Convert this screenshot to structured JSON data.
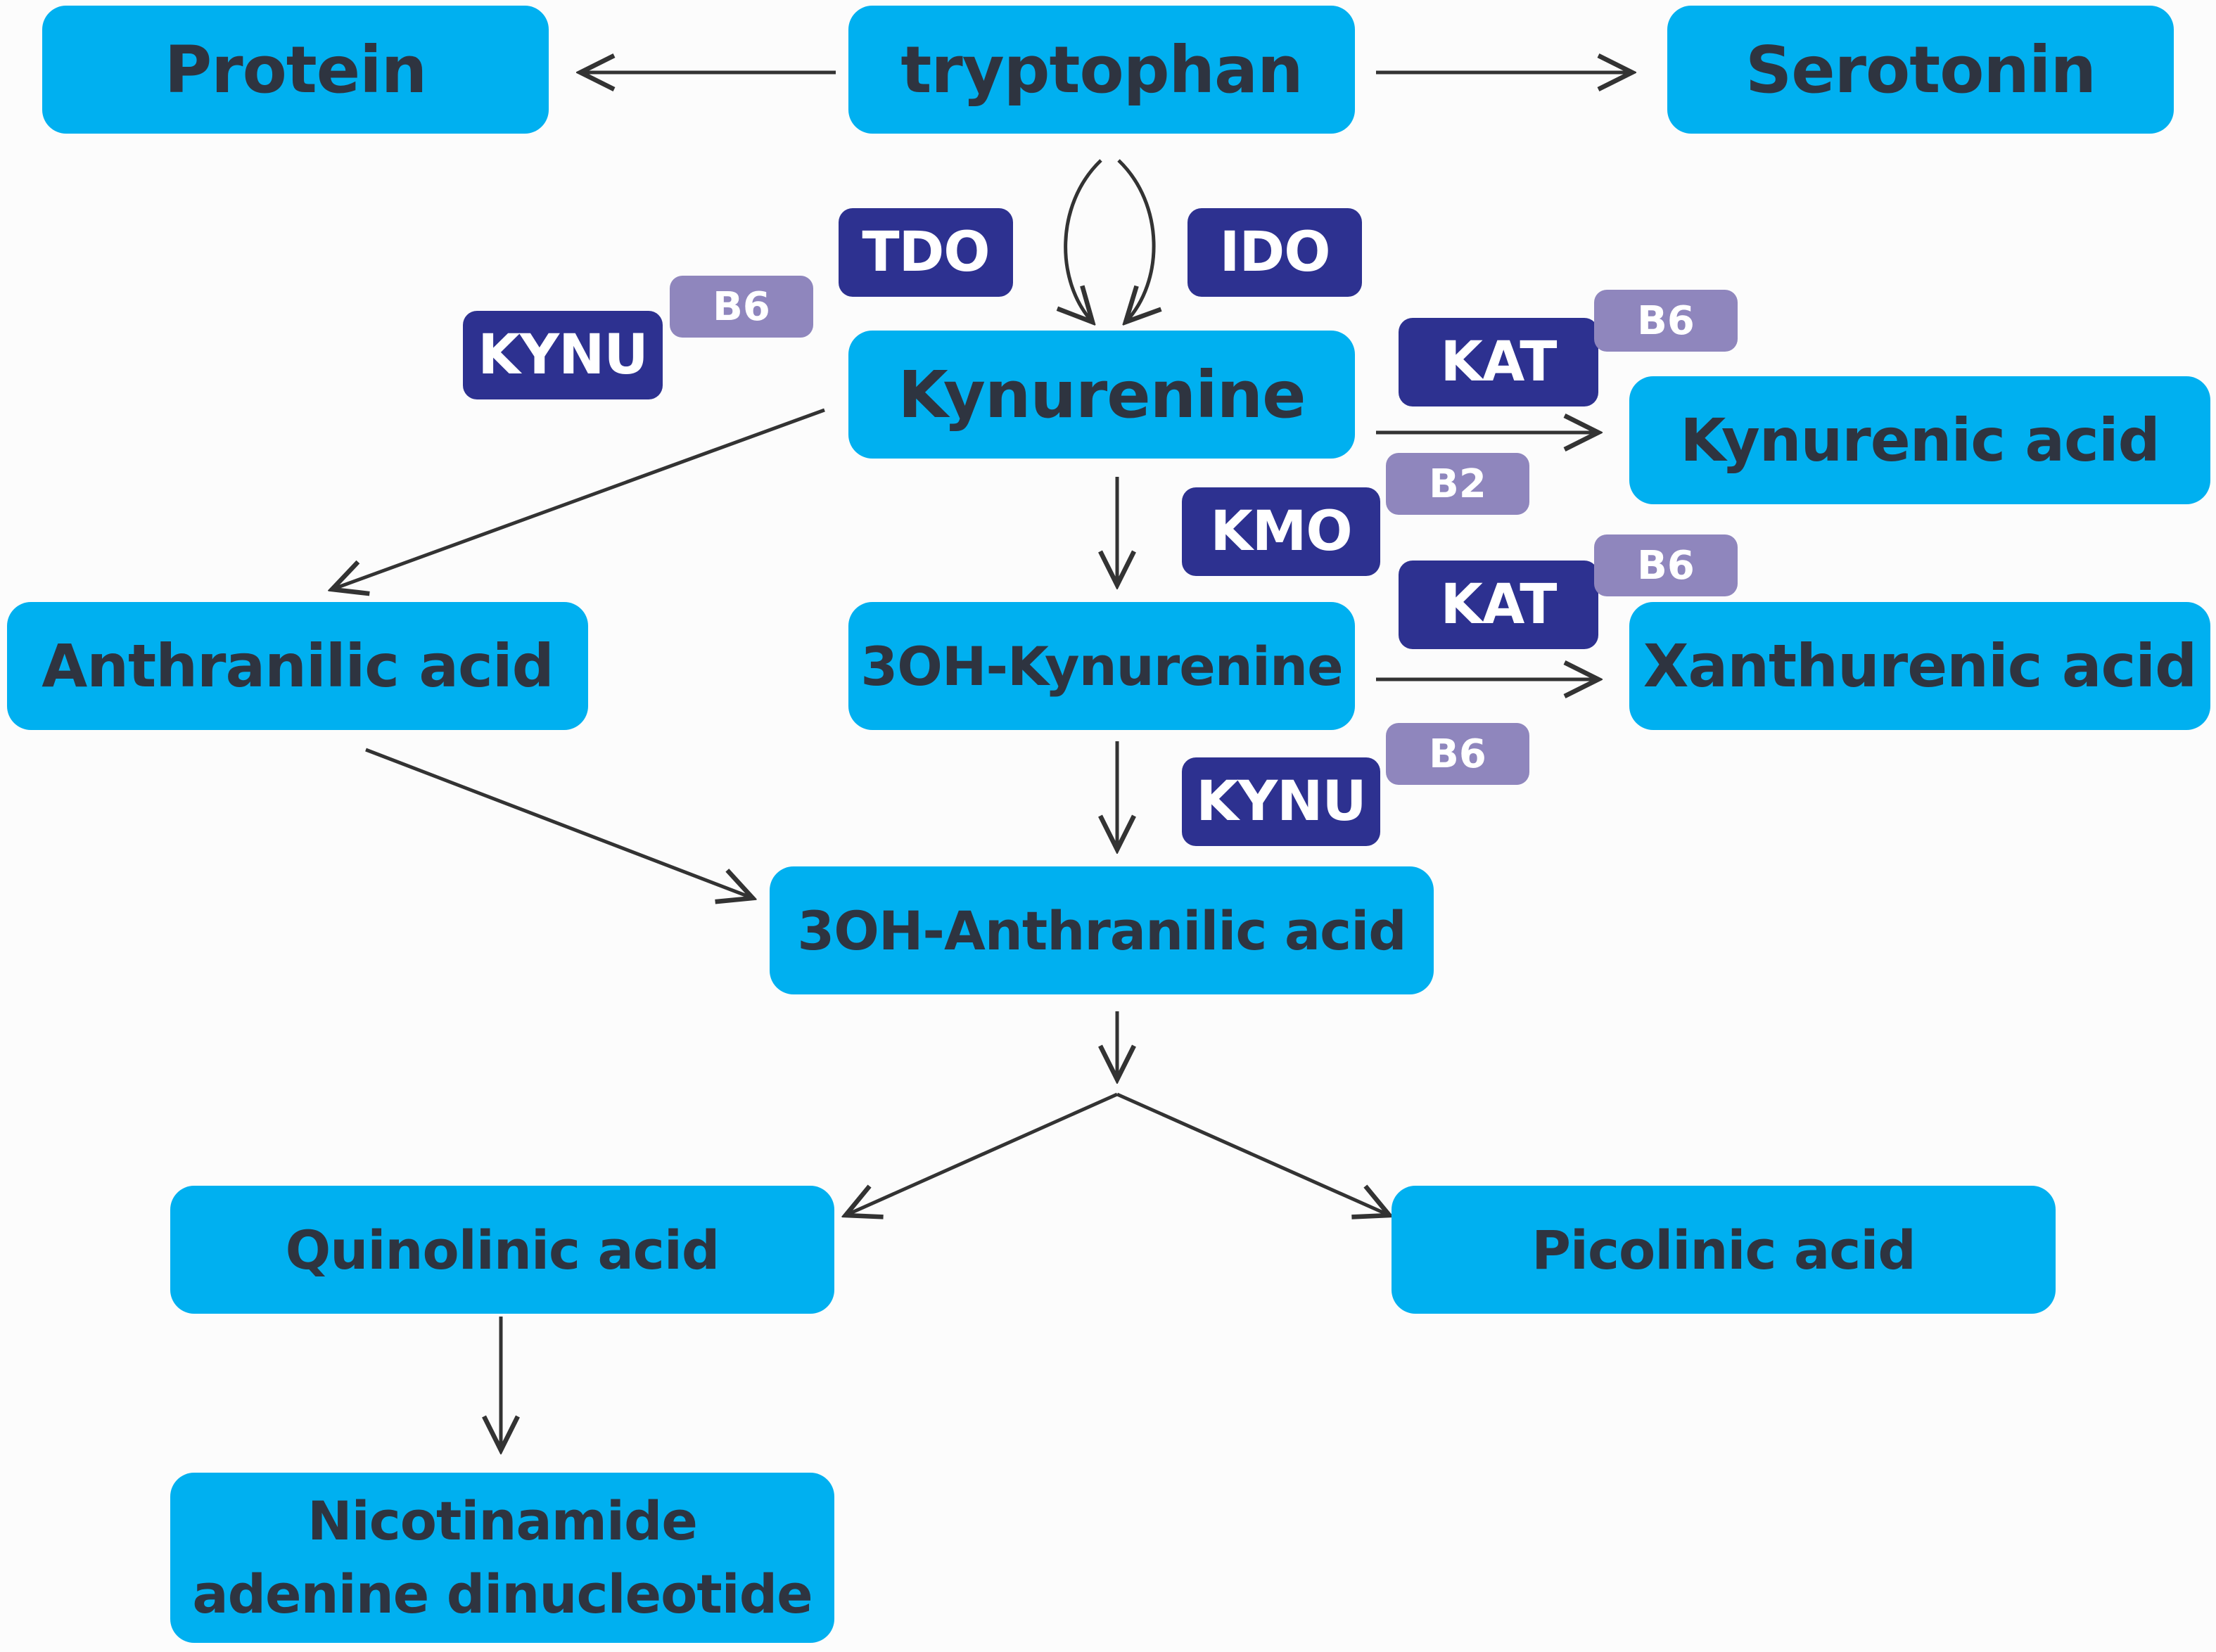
{
  "nodes": {
    "protein": "Protein",
    "tryptophan": "tryptophan",
    "serotonin": "Serotonin",
    "kynurenine": "Kynurenine",
    "kynurenic_acid": "Kynurenic acid",
    "anthranilic_acid": "Anthranilic acid",
    "oh_kynurenine": "3OH-Kynurenine",
    "xanthurenic_acid": "Xanthurenic acid",
    "oh_anthranilic_acid": "3OH-Anthranilic acid",
    "quinolinic_acid": "Quinolinic acid",
    "picolinic_acid": "Picolinic acid",
    "nad": "Nicotinamide adenine dinucleotide"
  },
  "enzymes": {
    "tdo": "TDO",
    "ido": "IDO",
    "kynu_left": "KYNU",
    "kat_upper": "KAT",
    "kmo": "KMO",
    "kat_lower": "KAT",
    "kynu_lower": "KYNU"
  },
  "cofactors": {
    "kynu_left": "B6",
    "kat_upper": "B6",
    "kmo": "B2",
    "kat_lower": "B6",
    "kynu_lower": "B6"
  },
  "colors": {
    "node_fill": "#00b0f0",
    "node_text": "#2e3440",
    "enzyme_fill": "#2d3190",
    "cofactor_fill": "#8f86bd",
    "arrow": "#333333"
  }
}
